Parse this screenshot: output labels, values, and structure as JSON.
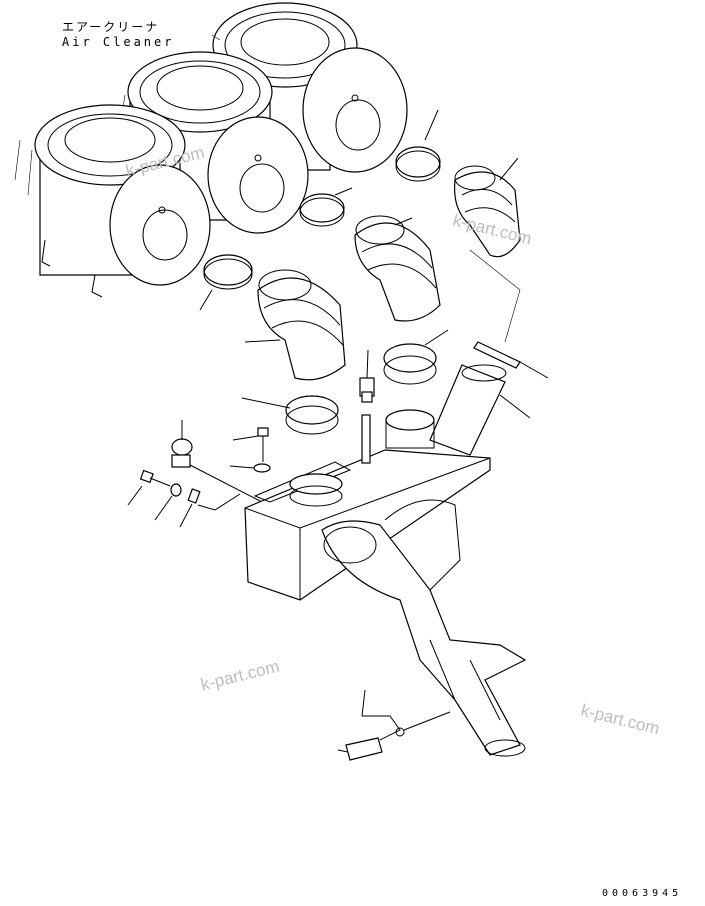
{
  "labels": {
    "part_name_jp": "エアークリーナ",
    "part_name_en": "Air Cleaner"
  },
  "watermarks": [
    "k-part.com",
    "k-part.com",
    "k-part.com",
    "k-part.com"
  ],
  "document_number": "00063945",
  "colors": {
    "line": "#000000",
    "background": "#ffffff",
    "watermark": "#bdbdbd"
  }
}
